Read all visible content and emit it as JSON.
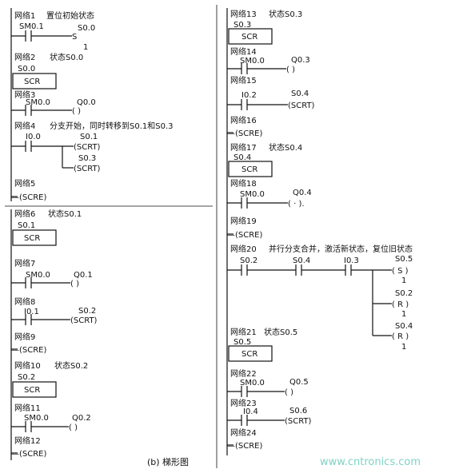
{
  "caption": "(b) 梯形图",
  "watermark": "www.cntronics.com",
  "networks": {
    "n1": {
      "label": "网络1",
      "comment": "置位初始状态",
      "contact": "SM0.1",
      "coil_addr": "S0.0",
      "coil_sym": "S",
      "coil_n": "1"
    },
    "n2": {
      "label": "网络2",
      "comment": "状态S0.0",
      "addr": "S0.0",
      "scr": "SCR"
    },
    "n3": {
      "label": "网络3",
      "contact": "SM0.0",
      "coil_addr": "Q0.0",
      "coil_sym": "(      )"
    },
    "n4": {
      "label": "网络4",
      "comment": "分支开始，同时转移到S0.1和S0.3",
      "contact": "I0.0",
      "coil1_addr": "S0.1",
      "coil1_sym": "(SCRT)",
      "coil2_addr": "S0.3",
      "coil2_sym": "(SCRT)"
    },
    "n5": {
      "label": "网络5",
      "scre": "—(SCRE)"
    },
    "n6": {
      "label": "网络6",
      "comment": "状态S0.1",
      "addr": "S0.1",
      "scr": "SCR"
    },
    "n7": {
      "label": "网络7",
      "contact": "SM0.0",
      "coil_addr": "Q0.1",
      "coil_sym": "(      )"
    },
    "n8": {
      "label": "网络8",
      "contact": "I0.1",
      "coil_addr": "S0.2",
      "coil_sym": "(SCRT)"
    },
    "n9": {
      "label": "网络9",
      "scre": "—(SCRE)"
    },
    "n10": {
      "label": "网络10",
      "comment": "状态S0.2",
      "addr": "S0.2",
      "scr": "SCR"
    },
    "n11": {
      "label": "网络11",
      "contact": "SM0.0",
      "coil_addr": "Q0.2",
      "coil_sym": "(      )"
    },
    "n12": {
      "label": "网络12",
      "scre": "—(SCRE)"
    },
    "n13": {
      "label": "网络13",
      "comment": "状态S0.3",
      "addr": "S0.3",
      "scr": "SCR"
    },
    "n14": {
      "label": "网络14",
      "contact": "SM0.0",
      "coil_addr": "Q0.3",
      "coil_sym": "(      )"
    },
    "n15": {
      "label": "网络15",
      "contact": "I0.2",
      "coil_addr": "S0.4",
      "coil_sym": "(SCRT)"
    },
    "n16": {
      "label": "网络16",
      "scre": "—(SCRE)"
    },
    "n17": {
      "label": "网络17",
      "comment": "状态S0.4",
      "addr": "S0.4",
      "scr": "SCR"
    },
    "n18": {
      "label": "网络18",
      "contact": "SM0.0",
      "coil_addr": "Q0.4",
      "coil_sym": "(   ·   )."
    },
    "n19": {
      "label": "网络19",
      "scre": "—(SCRE)"
    },
    "n20": {
      "label": "网络20",
      "comment": "并行分支合并，激活新状态，复位旧状态",
      "c1": "S0.2",
      "c2": "S0.4",
      "c3": "I0.3",
      "o1_addr": "S0.5",
      "o1_sym": "( S )",
      "o1_n": "1",
      "o2_addr": "S0.2",
      "o2_sym": "( R )",
      "o2_n": "1",
      "o3_addr": "S0.4",
      "o3_sym": "( R )",
      "o3_n": "1"
    },
    "n21": {
      "label": "网络21",
      "comment": "状态S0.5",
      "addr": "S0.5",
      "scr": "SCR"
    },
    "n22": {
      "label": "网络22",
      "contact": "SM0.0",
      "coil_addr": "Q0.5",
      "coil_sym": "(      )"
    },
    "n23": {
      "label": "网络23",
      "contact": "I0.4",
      "coil_addr": "S0.6",
      "coil_sym": "(SCRT)"
    },
    "n24": {
      "label": "网络24",
      "scre": "—(SCRE)"
    }
  }
}
